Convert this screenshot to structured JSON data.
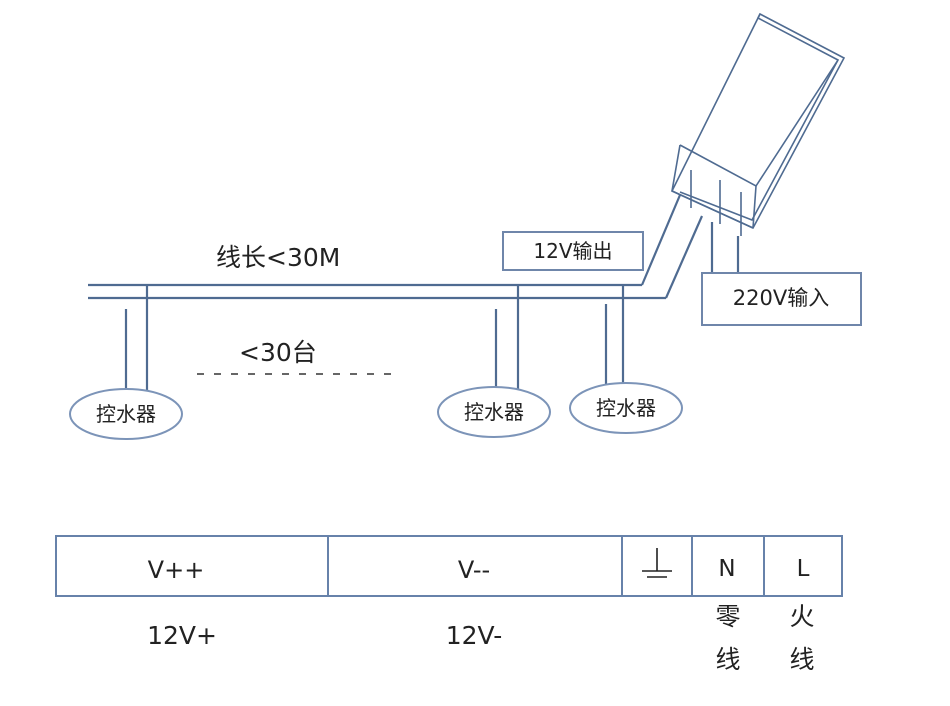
{
  "labels": {
    "line_length": "线长<30M",
    "count_limit": "<30台",
    "output_12v": "12V输出",
    "input_220v": "220V输入",
    "controller": "控水器"
  },
  "terminals": {
    "v_plus": "V++",
    "v_minus": "V--",
    "neutral": "N",
    "live": "L"
  },
  "captions": {
    "v_plus": "12V+",
    "v_minus": "12V-",
    "neutral_top": "零",
    "neutral_bottom": "线",
    "live_top": "火",
    "live_bottom": "线"
  },
  "icons": {
    "ground": "ground-icon"
  },
  "colors": {
    "wire": "#4f6b91",
    "box": "#6f86aa",
    "text": "#222222"
  }
}
